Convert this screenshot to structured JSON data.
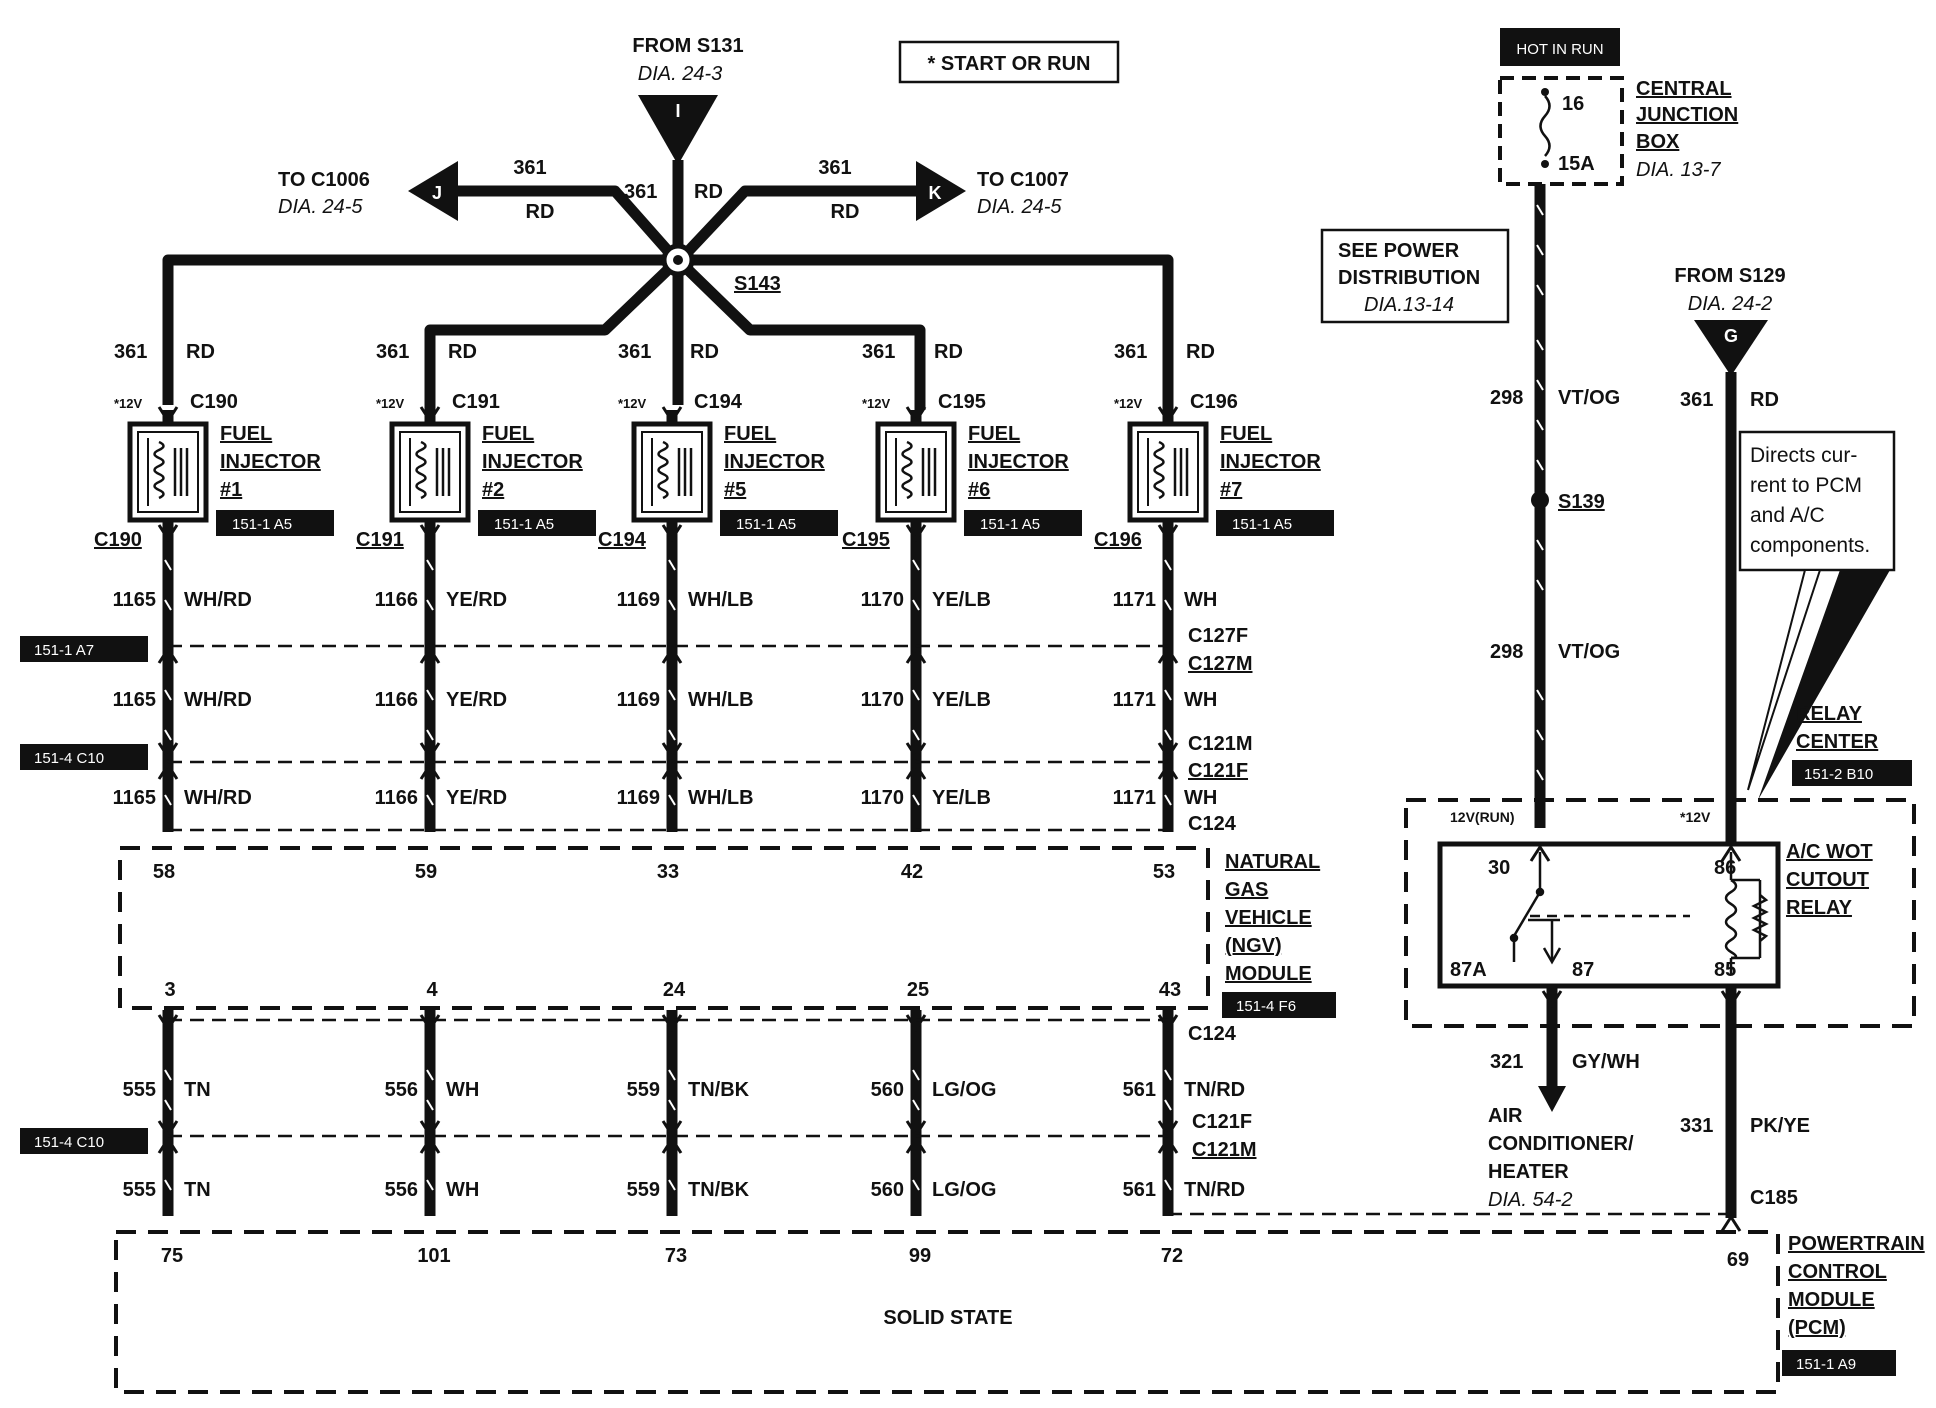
{
  "colors": {
    "ink": "#111111",
    "paper": "#ffffff",
    "label_bg": "#111111",
    "label_fg": "#ffffff"
  },
  "top": {
    "from_s131": "FROM S131",
    "dia_243": "DIA. 24-3",
    "marker_i": "I",
    "start_or_run": "* START OR RUN",
    "to_c1006": "TO C1006",
    "dia_245_left": "DIA. 24-5",
    "marker_j": "J",
    "to_c1007": "TO C1007",
    "dia_245_right": "DIA. 24-5",
    "marker_k": "K",
    "w361_left": "361",
    "rd_left": "RD",
    "w361_right": "361",
    "rd_right": "RD",
    "w361_center": "361",
    "rd_center": "RD",
    "splice": "S143"
  },
  "injectors": [
    {
      "wire_top": "361",
      "color_top": "RD",
      "hint": "*12V",
      "connector": "C190",
      "name1": "FUEL",
      "name2": "INJECTOR",
      "num": "#1",
      "ref": "151-1 A5",
      "conn_bottom": "C190",
      "w1": "1165",
      "c1": "WH/RD",
      "w2": "1165",
      "c2": "WH/RD",
      "w3": "1165",
      "c3": "WH/RD",
      "ngv_top": "58",
      "ngv_bottom": "3",
      "w4": "555",
      "c4": "TN",
      "w5": "555",
      "c5": "TN",
      "pcm_pin": "75"
    },
    {
      "wire_top": "361",
      "color_top": "RD",
      "hint": "*12V",
      "connector": "C191",
      "name1": "FUEL",
      "name2": "INJECTOR",
      "num": "#2",
      "ref": "151-1 A5",
      "conn_bottom": "C191",
      "w1": "1166",
      "c1": "YE/RD",
      "w2": "1166",
      "c2": "YE/RD",
      "w3": "1166",
      "c3": "YE/RD",
      "ngv_top": "59",
      "ngv_bottom": "4",
      "w4": "556",
      "c4": "WH",
      "w5": "556",
      "c5": "WH",
      "pcm_pin": "101"
    },
    {
      "wire_top": "361",
      "color_top": "RD",
      "hint": "*12V",
      "connector": "C194",
      "name1": "FUEL",
      "name2": "INJECTOR",
      "num": "#5",
      "ref": "151-1 A5",
      "conn_bottom": "C194",
      "w1": "1169",
      "c1": "WH/LB",
      "w2": "1169",
      "c2": "WH/LB",
      "w3": "1169",
      "c3": "WH/LB",
      "ngv_top": "33",
      "ngv_bottom": "24",
      "w4": "559",
      "c4": "TN/BK",
      "w5": "559",
      "c5": "TN/BK",
      "pcm_pin": "73"
    },
    {
      "wire_top": "361",
      "color_top": "RD",
      "hint": "*12V",
      "connector": "C195",
      "name1": "FUEL",
      "name2": "INJECTOR",
      "num": "#6",
      "ref": "151-1 A5",
      "conn_bottom": "C195",
      "w1": "1170",
      "c1": "YE/LB",
      "w2": "1170",
      "c2": "YE/LB",
      "w3": "1170",
      "c3": "YE/LB",
      "ngv_top": "42",
      "ngv_bottom": "25",
      "w4": "560",
      "c4": "LG/OG",
      "w5": "560",
      "c5": "LG/OG",
      "pcm_pin": "99"
    },
    {
      "wire_top": "361",
      "color_top": "RD",
      "hint": "*12V",
      "connector": "C196",
      "name1": "FUEL",
      "name2": "INJECTOR",
      "num": "#7",
      "ref": "151-1 A5",
      "conn_bottom": "C196",
      "w1": "1171",
      "c1": "WH",
      "w2": "1171",
      "c2": "WH",
      "w3": "1171",
      "c3": "WH",
      "ngv_top": "53",
      "ngv_bottom": "43",
      "w4": "561",
      "c4": "TN/RD",
      "w5": "561",
      "c5": "TN/RD",
      "pcm_pin": "72"
    }
  ],
  "rows": {
    "ref_a7": "151-1 A7",
    "c127f": "C127F",
    "c127m": "C127M",
    "ref_c10_upper": "151-4 C10",
    "c121m_upper": "C121M",
    "c121f_upper": "C121F",
    "c124_upper": "C124",
    "c124_lower": "C124",
    "ref_c10_lower": "151-4 C10",
    "c121f_lower": "C121F",
    "c121m_lower": "C121M"
  },
  "ngv": {
    "l1": "NATURAL",
    "l2": "GAS",
    "l3": "VEHICLE",
    "l4": "(NGV)",
    "l5": "MODULE",
    "ref": "151-4 F6"
  },
  "pcm": {
    "l1": "POWERTRAIN",
    "l2": "CONTROL",
    "l3": "MODULE",
    "l4": "(PCM)",
    "ref": "151-1 A9",
    "solid_state": "SOLID STATE",
    "pin69": "69"
  },
  "right": {
    "hot_in_run": "HOT IN RUN",
    "fuse_num": "16",
    "fuse_amp": "15A",
    "cjb1": "CENTRAL",
    "cjb2": "JUNCTION",
    "cjb3": "BOX",
    "cjb_dia": "DIA. 13-7",
    "see1": "SEE POWER",
    "see2": "DISTRIBUTION",
    "see_dia": "DIA.13-14",
    "w298a": "298",
    "c298a": "VT/OG",
    "splice": "S139",
    "w298b": "298",
    "c298b": "VT/OG",
    "from_s129": "FROM S129",
    "dia_242": "DIA. 24-2",
    "marker_g": "G",
    "w361": "361",
    "c361": "RD",
    "note1": "Directs cur-",
    "note2": "rent to PCM",
    "note3": "and A/C",
    "note4": "components.",
    "rc1": "RELAY",
    "rc2": "CENTER",
    "rc_ref": "151-2 B10",
    "v12run": "12V(RUN)",
    "v12": "*12V",
    "p30": "30",
    "p86": "86",
    "p87a": "87A",
    "p87": "87",
    "p85": "85",
    "relay1": "A/C WOT",
    "relay2": "CUTOUT",
    "relay3": "RELAY",
    "w321": "321",
    "c321": "GY/WH",
    "ac1": "AIR",
    "ac2": "CONDITIONER/",
    "ac3": "HEATER",
    "ac_dia": "DIA. 54-2",
    "w331": "331",
    "c331": "PK/YE",
    "c185": "C185"
  }
}
